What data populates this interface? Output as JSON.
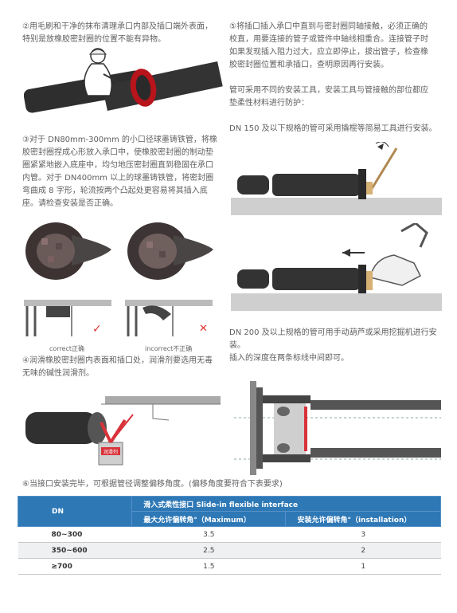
{
  "steps": {
    "s2": "②用毛刷和干净的抹布清理承口内部及插口端外表面，特别是放橡胶密封圈的位置不能有异物。",
    "s3": "③对于 DN80mm-300mm 的小口径球墨铸铁管，将橡胶密封圈捏成心形放入承口中，使橡胶密封圈的制动垫圈紧紧地嵌入底座中，均匀地压密封圈直到稳固在承口内管。对于 DN400mm 以上的球墨铸铁管，将密封圈弯曲成 8 字形，轮流按两个凸起处更容易将其插入底座。请检查安装是否正确。",
    "s4": "④润滑橡胶密封圈内表面和插口处，润滑剂要选用无毒无味的碱性润滑剂。",
    "s5": "⑤将插口插入承口中直到与密封圈同轴接触，必须正确的校直，用要连接的管子或管件中轴线相重合。连接管子时如果发现插入阻力过大，应立即停止，拔出管子，检查橡胶密封圈位置和承插口，查明原因再行安装。",
    "s5b": "管可采用不同的安装工具，安装工具与管接触的部位都应垫柔性材料进行防护：",
    "dn150": "DN 150 及以下规格的管可采用撬棍等简易工具进行安装。",
    "dn200": "DN 200 及以上规格的管可用手动葫芦或采用挖掘机进行安装。",
    "depth": "插入的深度在两条标线中间即可。",
    "s6": "⑥当接口安装完毕，可根据管径调整偏移角度。(偏移角度要符合下表要求)"
  },
  "captions": {
    "correct": "correct正确",
    "incorrect": "incorrect不正确",
    "check": "✓",
    "cross": "✕",
    "lube": "润滑剂"
  },
  "table": {
    "dn_header": "DN",
    "group_header": "滑入式柔性接口 Slide-in flexible interface",
    "col1": "最大允许偏转角°（Maximum）",
    "col2": "安装允许偏转角°（installation）",
    "rows": [
      {
        "dn": "80~300",
        "max": "3.5",
        "inst": "3"
      },
      {
        "dn": "350~600",
        "max": "2.5",
        "inst": "2"
      },
      {
        "dn": "≥700",
        "max": "1.5",
        "inst": "1"
      }
    ]
  }
}
